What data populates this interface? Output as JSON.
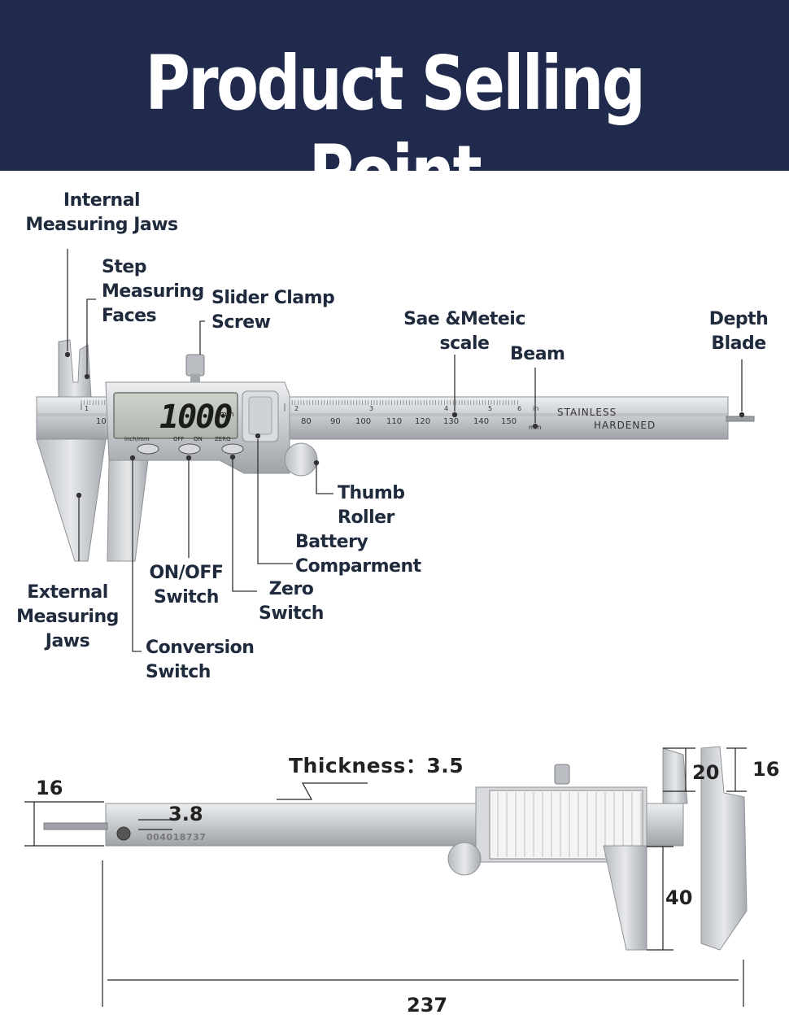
{
  "header": {
    "title": "Product Selling Point"
  },
  "labels": {
    "internal_jaws": [
      "Internal",
      "Measuring Jaws"
    ],
    "step_faces": [
      "Step",
      "Measuring",
      "Faces"
    ],
    "slider_clamp": [
      "Slider Clamp",
      "Screw"
    ],
    "scale": [
      "Sae &Meteic",
      "scale"
    ],
    "beam": "Beam",
    "depth_blade": [
      "Depth",
      "Blade"
    ],
    "thumb_roller": [
      "Thumb",
      "Roller"
    ],
    "battery": [
      "Battery",
      "Comparment"
    ],
    "onoff": [
      "ON/OFF",
      "Switch"
    ],
    "zero": [
      "Zero",
      "Switch"
    ],
    "external_jaws": [
      "External",
      "Measuring",
      "Jaws"
    ],
    "conversion": [
      "Conversion",
      "Switch"
    ]
  },
  "caliper": {
    "lcd_reading": "1000",
    "lcd_unit": "mm",
    "buttons": [
      "inch/mm",
      "OFF",
      "ON",
      "ZERO"
    ],
    "beam_text": [
      "STAINLESS",
      "HARDENED"
    ],
    "metric_ticks": [
      "10",
      "80",
      "90",
      "100",
      "110",
      "120",
      "130",
      "140",
      "150"
    ],
    "inch_ticks": [
      "1",
      "2",
      "3",
      "4",
      "5",
      "6"
    ],
    "unit_in": "in",
    "unit_mm": "mm",
    "serial": "004018737"
  },
  "dimensions": {
    "thickness": "Thickness：3.5",
    "blade_height": "16",
    "blade_thickness": "3.8",
    "upper_jaw": "20",
    "upper_jaw_right": "16",
    "lower_jaw": "40",
    "total_length": "237"
  },
  "colors": {
    "banner": "#1f2a4d",
    "text": "#1f2a3d",
    "steel": "#c9ccd0"
  }
}
